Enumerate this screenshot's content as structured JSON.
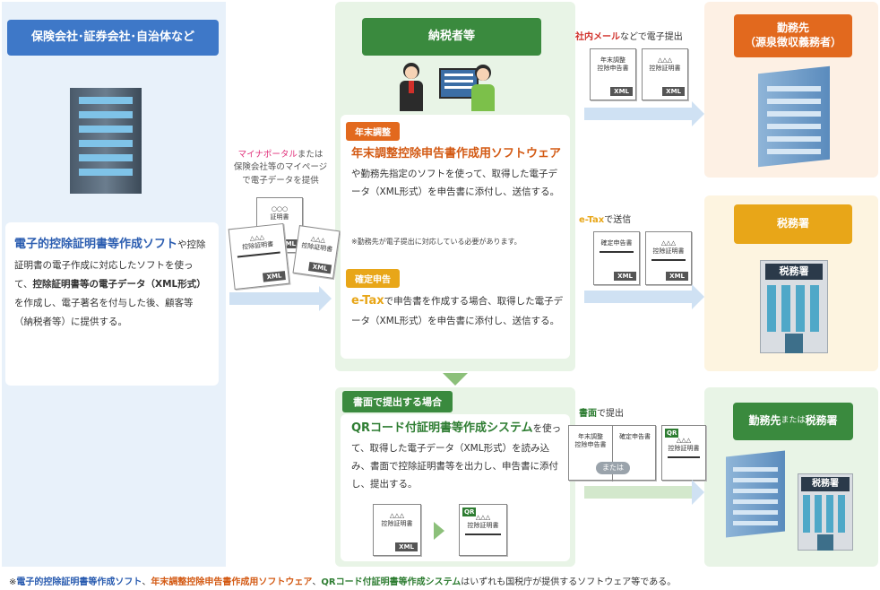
{
  "issuer": {
    "header": "保険会社･証券会社･自治体など",
    "card_title": "電子的控除証明書等作成ソフト",
    "card_body_1": "や控除証明書の電子作成に対応したソフトを使って、",
    "card_bold": "控除証明書等の電子データ（XML形式）",
    "card_body_2": "を作成し、電子著名を付与した後、顧客等（納税者等）に提供する。"
  },
  "transfer": {
    "line1_pink": "マイナポータル",
    "line1_rest": "または",
    "line2": "保険会社等のマイページ",
    "line3": "で電子データを提供"
  },
  "taxpayer": {
    "header": "納税者等",
    "year_end_tag": "年末調整",
    "year_end_title": "年末調整控除申告書作成用ソフトウェア",
    "year_end_body": "や勤務先指定のソフトを使って、取得した電子データ（XML形式）を申告書に添付し、送信する。",
    "year_end_note": "※勤務先が電子提出に対応している必要があります。",
    "final_tag": "確定申告",
    "final_title": "e-Tax",
    "final_body": "で申告書を作成する場合、取得した電子データ（XML形式）を申告書に添付し、送信する。"
  },
  "paper": {
    "tag": "書面で提出する場合",
    "title": "QRコード付証明書等作成システム",
    "body": "を使って、取得した電子データ（XML形式）を読み込み、書面で控除証明書等を出力し、申告書に添付し、提出する。"
  },
  "routes": {
    "top_red": "社内メール",
    "top_rest": "などで電子提出",
    "mid_orange": "e-Tax",
    "mid_rest": "で送信",
    "bottom_green": "書面",
    "bottom_rest": "で提出"
  },
  "destinations": {
    "employer": "勤務先\n（源泉徴収義務者）",
    "tax_office": "税務署",
    "employer_or_tax_line1": "勤務先",
    "employer_or_tax_or": " または ",
    "employer_or_tax_line2": "税務署",
    "tax_sign": "税務署"
  },
  "docs": {
    "cert": "証明書",
    "circles": "○○○",
    "triangles": "△△△",
    "cert_doc": "控除証明書",
    "year_end_form": "年末調整\n控除申告書",
    "final_form": "確定申告書",
    "xml": "XML",
    "qr": "QR",
    "or_label": "または"
  },
  "footer": {
    "mark": "※",
    "s1": "電子的控除証明書等作成ソフト",
    "sep1": "、",
    "s2": "年末調整控除申告書作成用ソフトウェア",
    "sep2": "、",
    "s3": "QRコード付証明書等作成システム",
    "rest": "はいずれも国税庁が提供するソフトウェア等である。"
  },
  "colors": {
    "blue": "#3e78c8",
    "green": "#3a8a3e",
    "orange": "#e2691e",
    "yellow": "#e8a618"
  }
}
